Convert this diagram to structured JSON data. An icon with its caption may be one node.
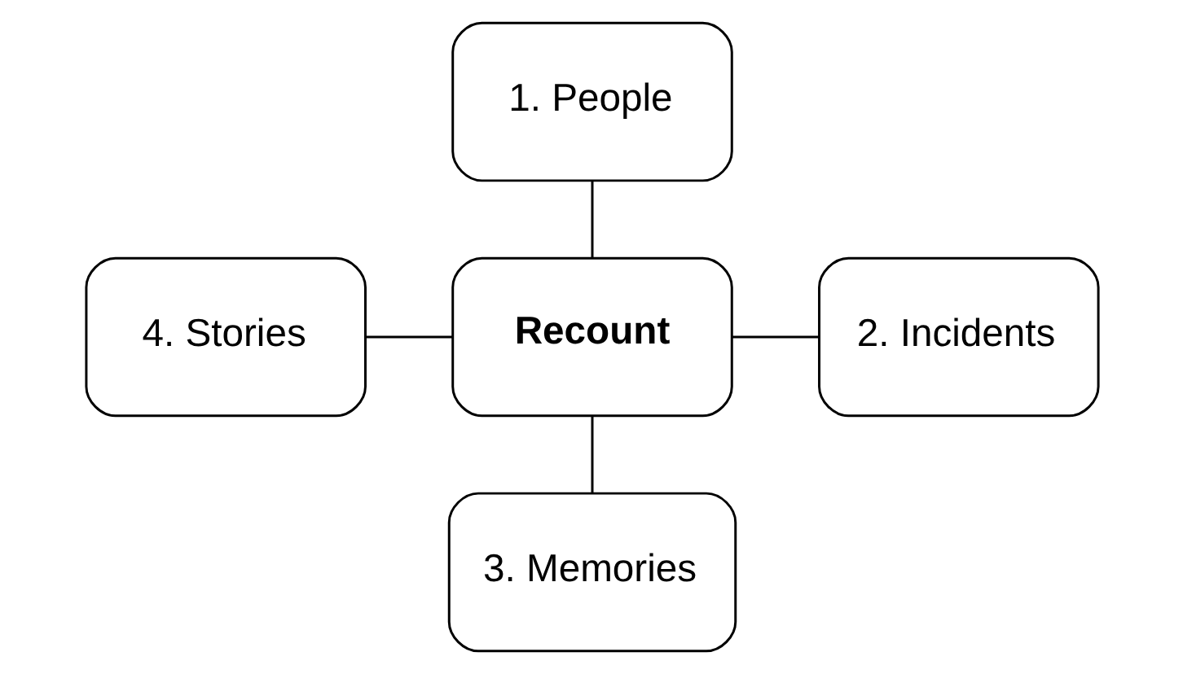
{
  "diagram": {
    "nodes": [
      {
        "text": [
          "1. People"
        ]
      },
      {
        "text": [
          "4. Stories"
        ]
      },
      {
        "text": [
          "Recount"
        ]
      },
      {
        "text": [
          "2. Incidents"
        ]
      },
      {
        "text": [
          "3. Memories"
        ]
      }
    ],
    "edges": [
      {
        "from": 0,
        "to": 2,
        "arrow": "none"
      },
      {
        "from": 1,
        "to": 2,
        "arrow": "none"
      },
      {
        "from": 2,
        "to": 3,
        "arrow": "none"
      },
      {
        "from": 2,
        "to": 4,
        "arrow": "none"
      }
    ]
  }
}
